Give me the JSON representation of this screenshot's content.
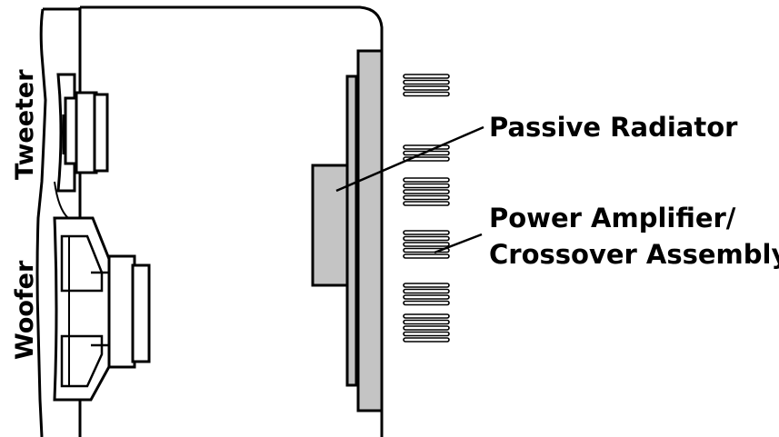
{
  "colors": {
    "line": "#000000",
    "background": "#ffffff",
    "fill_grey": "#c4c4c4"
  },
  "labels": {
    "tweeter": "Tweeter",
    "woofer": "Woofer",
    "passive_radiator": "Passive Radiator",
    "amp_line1": "Power Amplifier/",
    "amp_line2": "Crossover Assembly"
  }
}
